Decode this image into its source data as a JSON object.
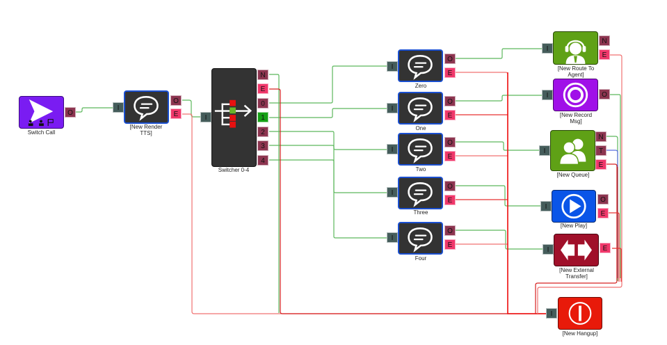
{
  "colors": {
    "wire_ok": "#5cb85c",
    "wire_err": "#f07070",
    "wire_err_dark": "#d62020",
    "wire_timeout": "#5a6ee0",
    "port_out": "#8d3550",
    "port_err": "#f0386b",
    "port_in": "#455d5b",
    "port_active": "#15a015"
  },
  "nodes": [
    {
      "id": "switch-call",
      "label": "Switch Call",
      "icon": "chevron-right-icon",
      "color": "#7a1cf2",
      "ports_in": [],
      "ports_out": [
        "O"
      ]
    },
    {
      "id": "render-tts",
      "label": "[New Render\nTTS]",
      "icon": "speech-bubble-icon",
      "color": "#333333",
      "ports_in": [
        "I"
      ],
      "ports_out": [
        "O",
        "E"
      ]
    },
    {
      "id": "switcher",
      "label": "Switcher 0-4",
      "icon": "switch-branch-icon",
      "color": "#333333",
      "ports_in": [
        "I"
      ],
      "ports_out": [
        "N",
        "E",
        "0",
        "1",
        "2",
        "3",
        "4"
      ],
      "active_port": "1"
    },
    {
      "id": "zero",
      "label": "Zero",
      "icon": "speech-bubble-icon",
      "color": "#333333",
      "ports_in": [
        "I"
      ],
      "ports_out": [
        "O",
        "E"
      ]
    },
    {
      "id": "one",
      "label": "One",
      "icon": "speech-bubble-icon",
      "color": "#333333",
      "ports_in": [
        "I"
      ],
      "ports_out": [
        "O",
        "E"
      ]
    },
    {
      "id": "two",
      "label": "Two",
      "icon": "speech-bubble-icon",
      "color": "#333333",
      "ports_in": [
        "I"
      ],
      "ports_out": [
        "O",
        "E"
      ]
    },
    {
      "id": "three",
      "label": "Three",
      "icon": "speech-bubble-icon",
      "color": "#333333",
      "ports_in": [
        "I"
      ],
      "ports_out": [
        "O",
        "E"
      ]
    },
    {
      "id": "four",
      "label": "Four",
      "icon": "speech-bubble-icon",
      "color": "#333333",
      "ports_in": [
        "I"
      ],
      "ports_out": [
        "O",
        "E"
      ]
    },
    {
      "id": "route-agent",
      "label": "[New Route To\nAgent]",
      "icon": "headset-agent-icon",
      "color": "#5fa116",
      "ports_in": [
        "I"
      ],
      "ports_out": [
        "N",
        "E"
      ]
    },
    {
      "id": "record-msg",
      "label": "[New Record\nMsg]",
      "icon": "record-icon",
      "color": "#a010e8",
      "ports_in": [
        "I"
      ],
      "ports_out": [
        "O"
      ]
    },
    {
      "id": "queue",
      "label": "[New Queue]",
      "icon": "users-icon",
      "color": "#5fa116",
      "ports_in": [
        "I"
      ],
      "ports_out": [
        "N",
        "T",
        "E"
      ]
    },
    {
      "id": "play",
      "label": "[New Play]",
      "icon": "play-icon",
      "color": "#0a55e8",
      "ports_in": [
        "I"
      ],
      "ports_out": [
        "O",
        "E"
      ]
    },
    {
      "id": "external-transfer",
      "label": "[New External\nTransfer]",
      "icon": "transfer-arrows-icon",
      "color": "#a0102a",
      "ports_in": [
        "I"
      ],
      "ports_out": [
        "E"
      ]
    },
    {
      "id": "hangup",
      "label": "[New Hangup]",
      "icon": "power-icon",
      "color": "#e81a0a",
      "ports_in": [
        "I"
      ],
      "ports_out": []
    }
  ]
}
